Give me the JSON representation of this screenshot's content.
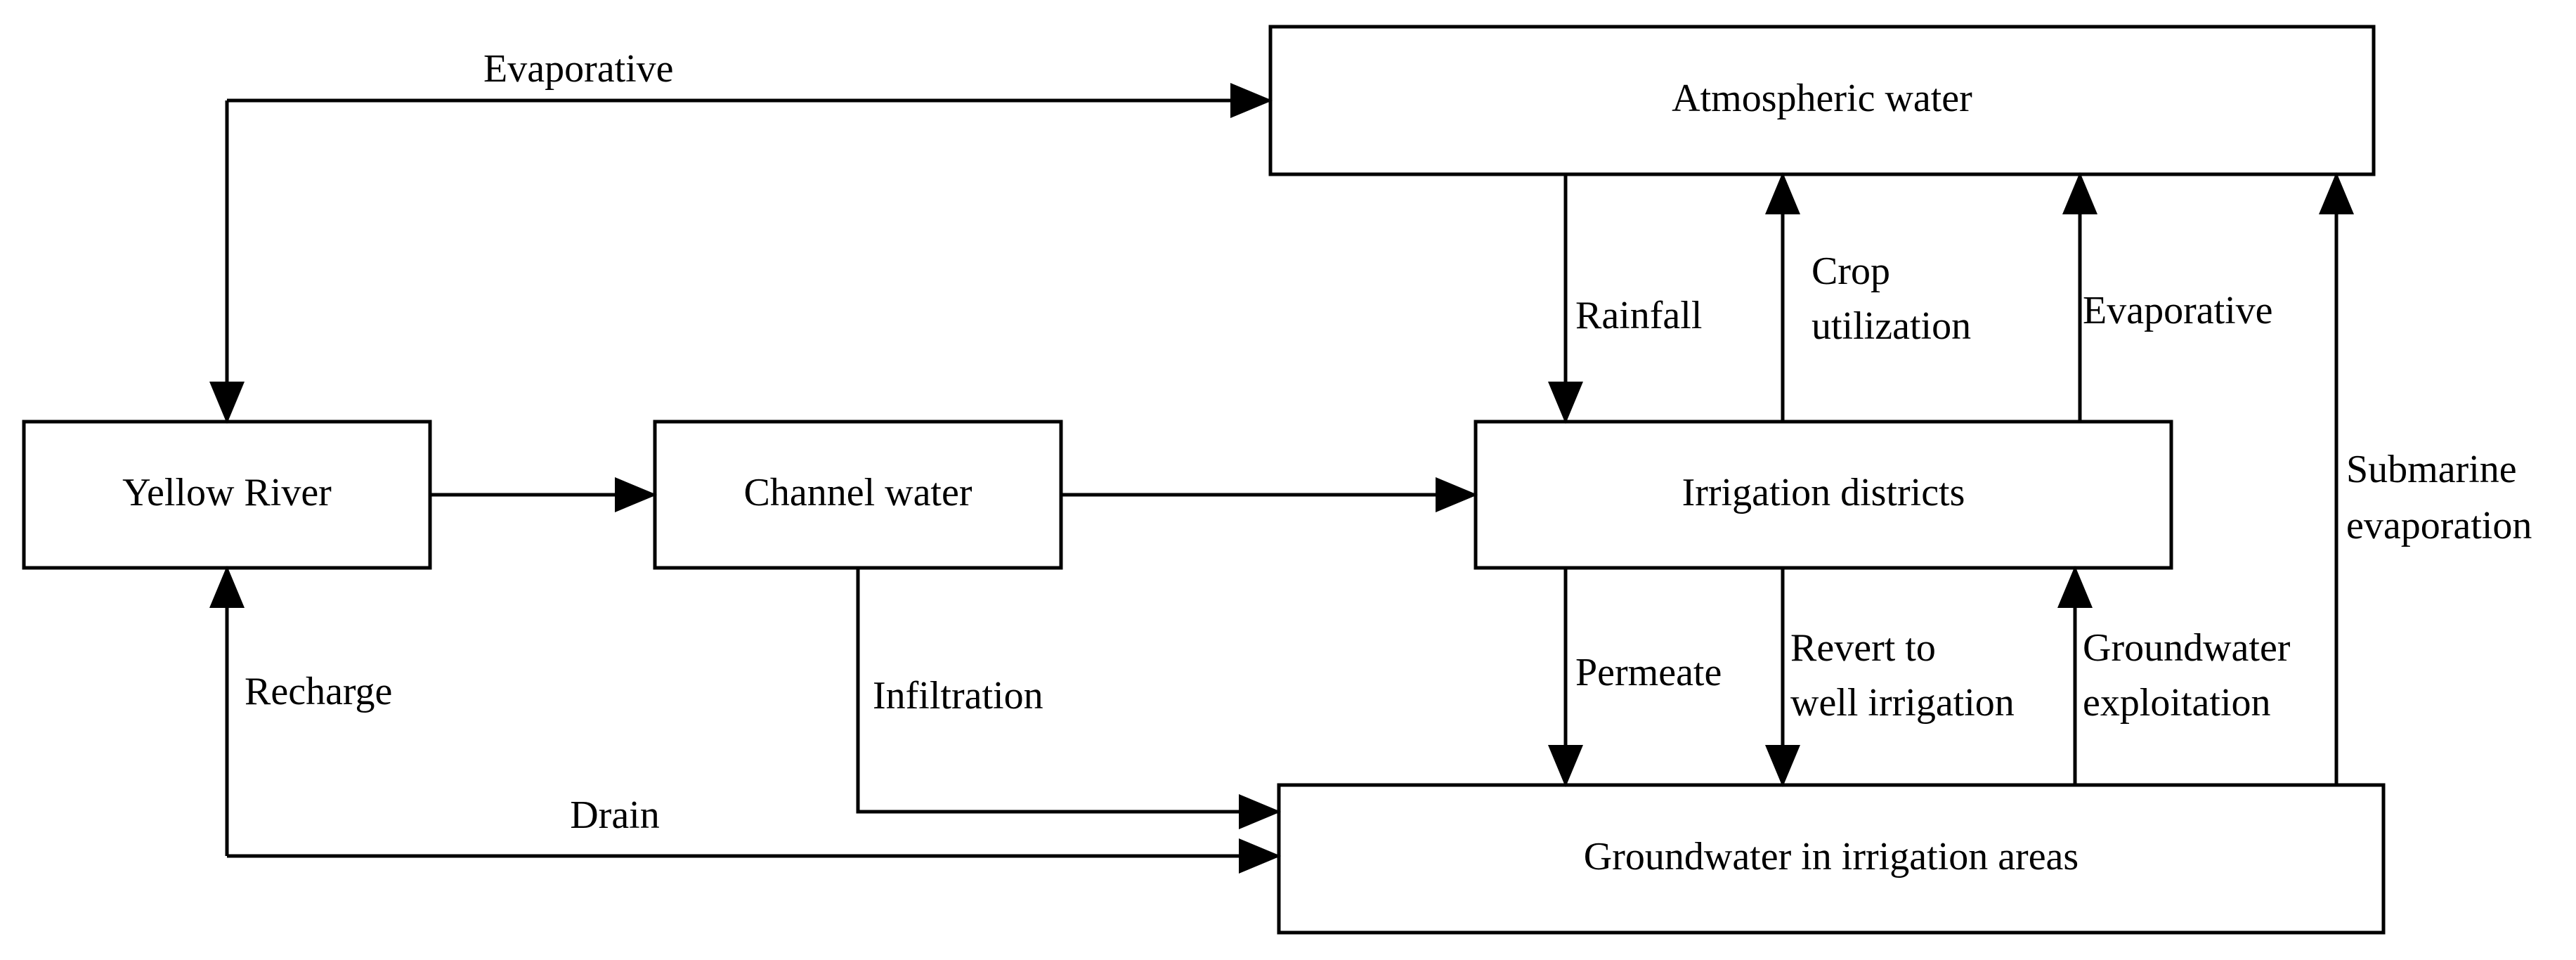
{
  "nodes": {
    "atmospheric": "Atmospheric water",
    "yellow_river": "Yellow River",
    "channel": "Channel water",
    "irrigation": "Irrigation districts",
    "groundwater": "Groundwater in irrigation areas"
  },
  "edges": {
    "evaporative_top": "Evaporative",
    "rainfall": "Rainfall",
    "crop_utilization_1": "Crop",
    "crop_utilization_2": "utilization",
    "evaporative_mid": "Evaporative",
    "submarine_1": "Submarine",
    "submarine_2": "evaporation",
    "permeate": "Permeate",
    "revert_1": "Revert to",
    "revert_2": "well irrigation",
    "groundwater_exp_1": "Groundwater",
    "groundwater_exp_2": "exploitation",
    "recharge": "Recharge",
    "infiltration": "Infiltration",
    "drain": "Drain"
  }
}
